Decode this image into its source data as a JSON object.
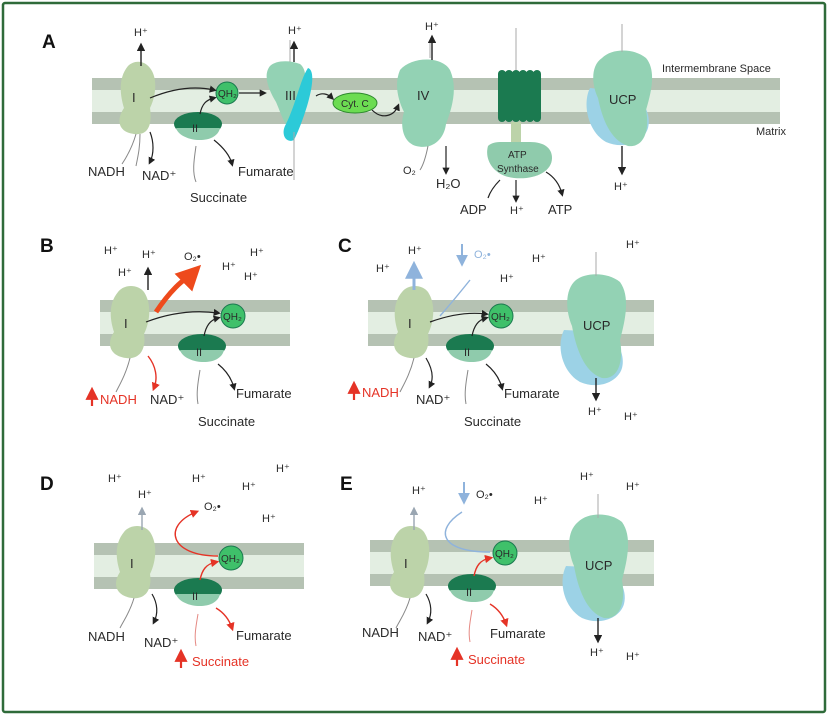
{
  "panels": {
    "A": {
      "letter": "A",
      "complex_I": "I",
      "complex_II": "II",
      "complex_III": "III",
      "complex_IV": "IV",
      "qh2": "QH₂",
      "cytc": "Cyt. C",
      "ucp": "UCP",
      "atp_synthase_line1": "ATP",
      "atp_synthase_line2": "Synthase",
      "intermembrane_space": "Intermembrane Space",
      "matrix": "Matrix",
      "nadh": "NADH",
      "nad": "NAD⁺",
      "succinate": "Succinate",
      "fumarate": "Fumarate",
      "o2": "O₂",
      "h2o": "H₂O",
      "adp": "ADP",
      "atp": "ATP",
      "hplus": "H⁺"
    },
    "B": {
      "letter": "B",
      "complex_I": "I",
      "complex_II": "II",
      "qh2": "QH₂",
      "nadh": "NADH",
      "nad": "NAD⁺",
      "succinate": "Succinate",
      "fumarate": "Fumarate",
      "o2_radical": "O₂•",
      "hplus": "H⁺"
    },
    "C": {
      "letter": "C",
      "complex_I": "I",
      "complex_II": "II",
      "qh2": "QH₂",
      "ucp": "UCP",
      "nadh": "NADH",
      "nad": "NAD⁺",
      "succinate": "Succinate",
      "fumarate": "Fumarate",
      "o2_radical": "O₂•",
      "hplus": "H⁺"
    },
    "D": {
      "letter": "D",
      "complex_I": "I",
      "complex_II": "II",
      "qh2": "QH₂",
      "nadh": "NADH",
      "nad": "NAD⁺",
      "succinate": "Succinate",
      "fumarate": "Fumarate",
      "o2_radical": "O₂•",
      "hplus": "H⁺"
    },
    "E": {
      "letter": "E",
      "complex_I": "I",
      "complex_II": "II",
      "qh2": "QH₂",
      "ucp": "UCP",
      "nadh": "NADH",
      "nad": "NAD⁺",
      "succinate": "Succinate",
      "fumarate": "Fumarate",
      "o2_radical": "O₂•",
      "hplus": "H⁺"
    }
  },
  "colors": {
    "frame": "#2f6b3a",
    "membrane_dark": "#b5c2b3",
    "membrane_light": "#e3eee2",
    "complex_I": "#bcd3a9",
    "complex_II_dark": "#1b7a50",
    "complex_II_light": "#8fcbac",
    "complex_IV": "#93d2b4",
    "qh2": "#3fc06a",
    "cytc": "#6cdc52",
    "ucp": "#93d2b4",
    "ucp_back": "#9cd2e6",
    "complex_III": "#93d2b4",
    "complex_III_cyan": "#2ccad8",
    "atp_synthase": "#1b7a50",
    "increase_red": "#e53326",
    "decrease_blue": "#8fb3dc"
  }
}
